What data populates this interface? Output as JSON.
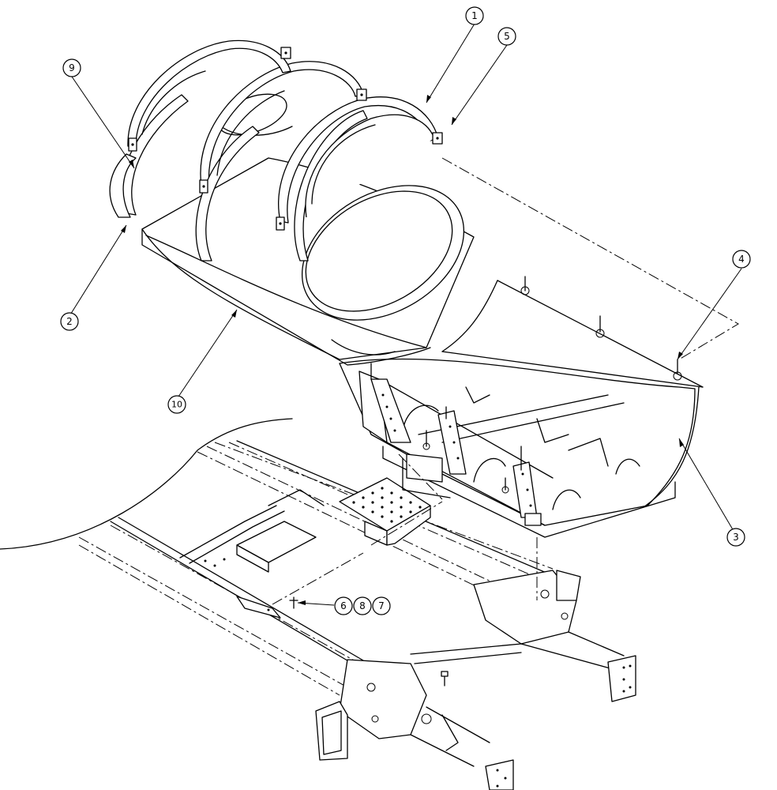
{
  "callouts": [
    {
      "id": "c1",
      "label": "1"
    },
    {
      "id": "c2",
      "label": "2"
    },
    {
      "id": "c3",
      "label": "3"
    },
    {
      "id": "c4",
      "label": "4"
    },
    {
      "id": "c5",
      "label": "5"
    },
    {
      "id": "c6",
      "label": "6"
    },
    {
      "id": "c7",
      "label": "7"
    },
    {
      "id": "c8",
      "label": "8"
    },
    {
      "id": "c9",
      "label": "9"
    },
    {
      "id": "c10",
      "label": "10"
    }
  ],
  "parts": {
    "tank": "tank-icon",
    "straps": "strap-icon",
    "cradle": "tank-cradle-icon",
    "frame": "chassis-frame-icon",
    "bracket": "perforated-bracket-icon",
    "bolts": "bolt-icon"
  }
}
